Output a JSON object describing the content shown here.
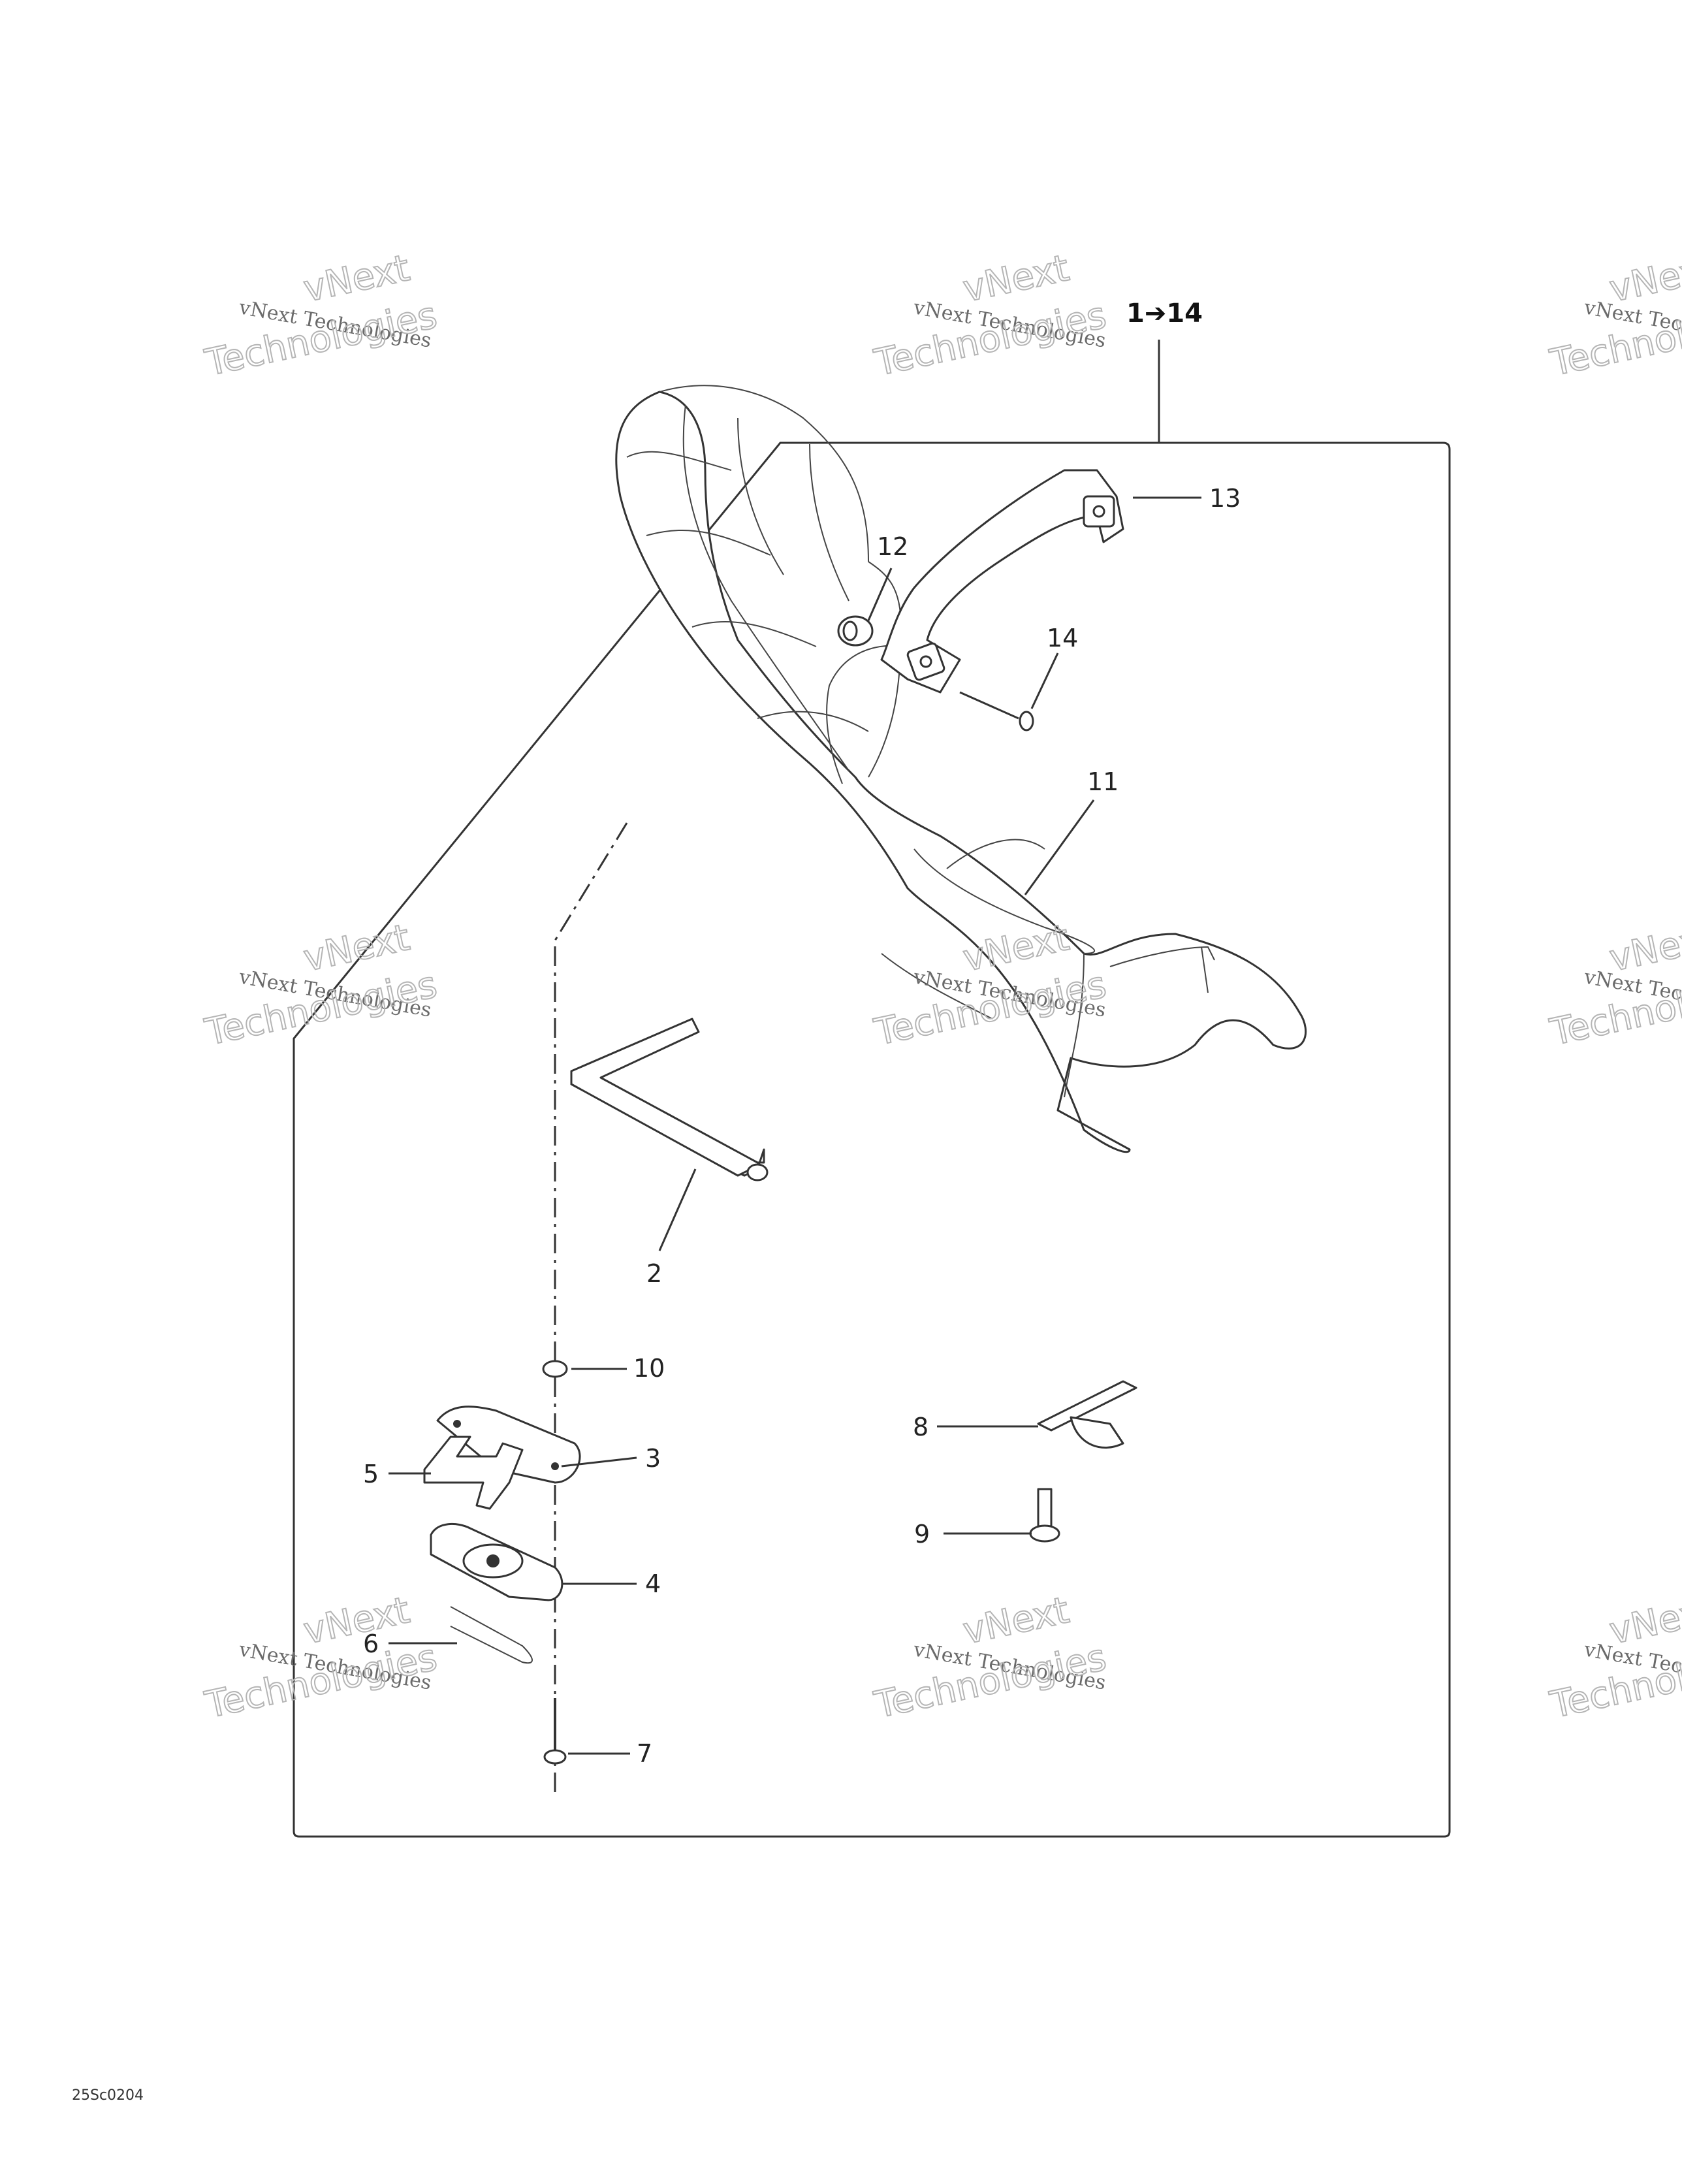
{
  "assembly_label": "1➔14",
  "figure_code": "25Sc0204",
  "watermark": {
    "line1": "vNext",
    "line2": "vNext Technologies",
    "line3": "Technologies"
  },
  "callouts": [
    {
      "id": "2",
      "text": "2"
    },
    {
      "id": "3",
      "text": "3"
    },
    {
      "id": "4",
      "text": "4"
    },
    {
      "id": "5",
      "text": "5"
    },
    {
      "id": "6",
      "text": "6"
    },
    {
      "id": "7",
      "text": "7"
    },
    {
      "id": "8",
      "text": "8"
    },
    {
      "id": "9",
      "text": "9"
    },
    {
      "id": "10",
      "text": "10"
    },
    {
      "id": "11",
      "text": "11"
    },
    {
      "id": "12",
      "text": "12"
    },
    {
      "id": "13",
      "text": "13"
    },
    {
      "id": "14",
      "text": "14"
    }
  ]
}
